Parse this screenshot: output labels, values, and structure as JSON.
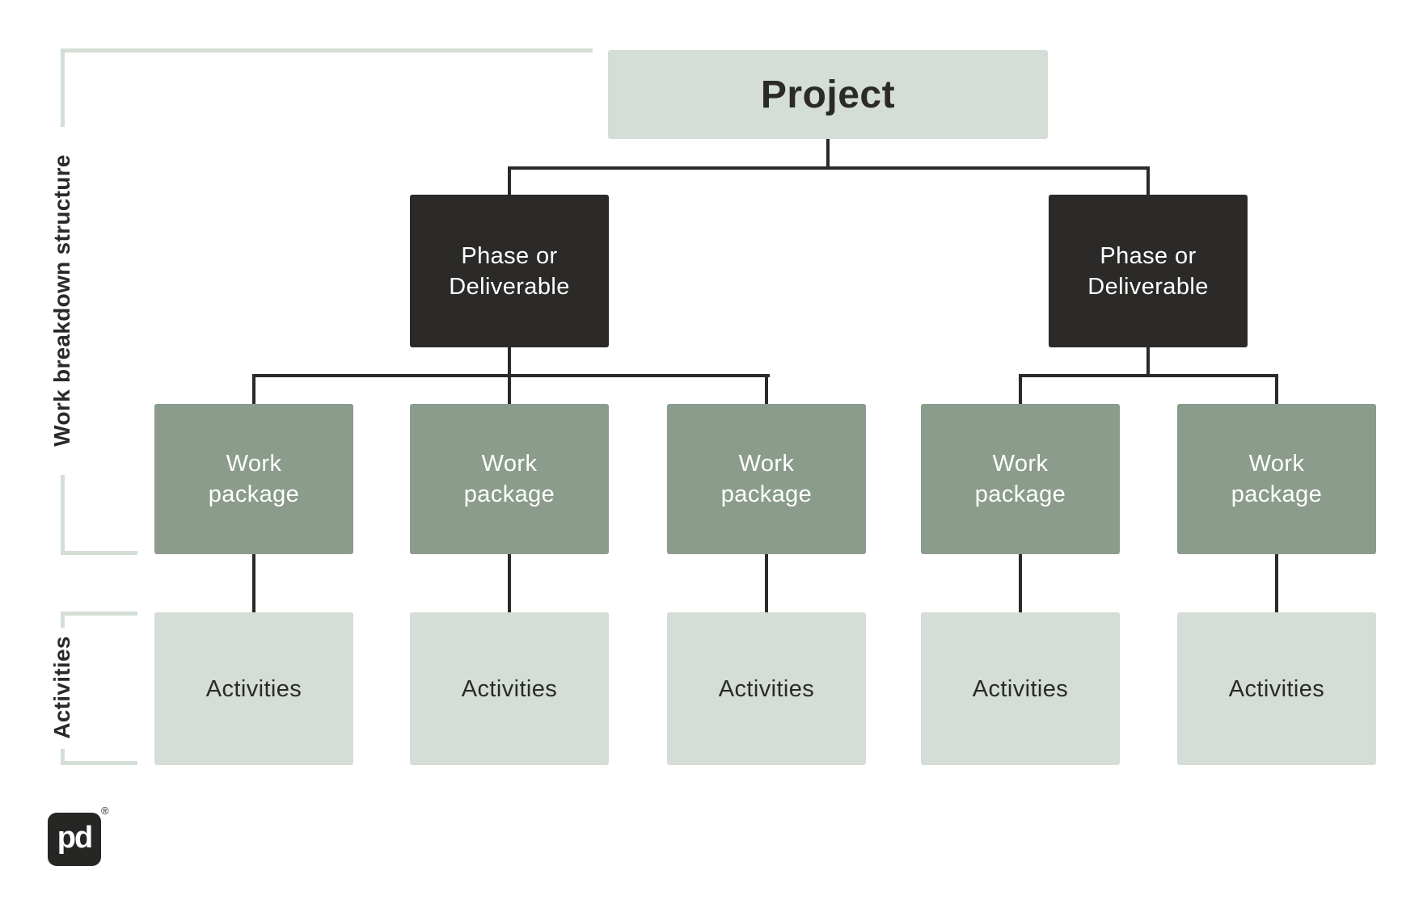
{
  "colors": {
    "dark": "#2b2a28",
    "light_sage": "#d4ddd6",
    "mid_sage": "#8b9b8c",
    "bracket": "#d3ded5",
    "white": "#ffffff",
    "logo_bg": "#262625"
  },
  "side_annotations": {
    "wbs_label": "Work breakdown structure",
    "activities_label": "Activities"
  },
  "tree": {
    "project": "Project",
    "phases": [
      "Phase or\nDeliverable",
      "Phase or\nDeliverable"
    ],
    "work_packages": [
      "Work\npackage",
      "Work\npackage",
      "Work\npackage",
      "Work\npackage",
      "Work\npackage"
    ],
    "activities": [
      "Activities",
      "Activities",
      "Activities",
      "Activities",
      "Activities"
    ]
  },
  "logo": {
    "monogram": "pd",
    "registered_mark": "®"
  }
}
